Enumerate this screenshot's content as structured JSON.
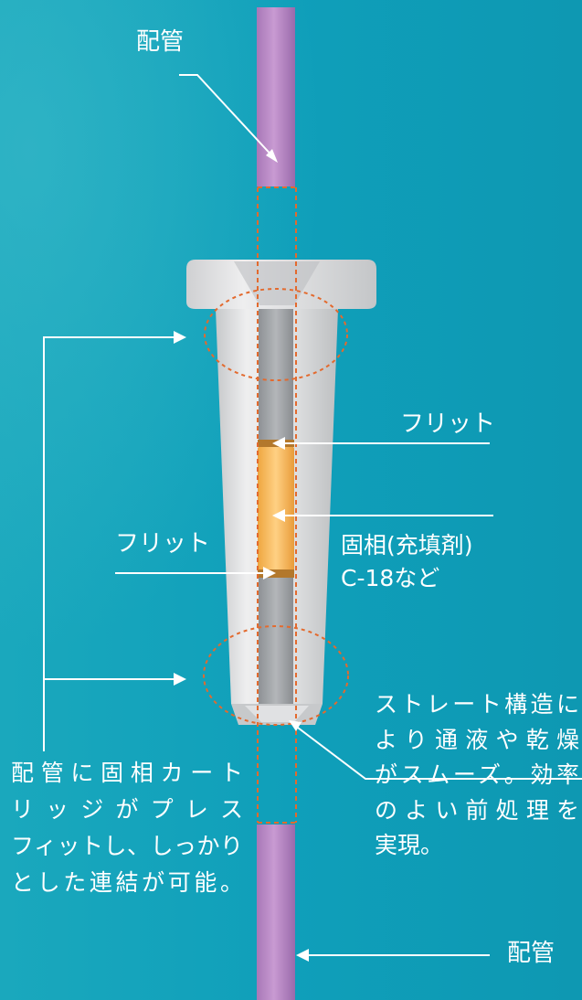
{
  "labels": {
    "pipe_top": "配管",
    "pipe_bottom": "配管",
    "frit_right": "フリット",
    "frit_left": "フリット",
    "solid_phase": [
      "固相(充填剤)",
      "C-18など"
    ],
    "left_note": [
      "配管に固相カート",
      "リッジがプレス",
      "フィットし、しっかり",
      "とした連結が可能。"
    ],
    "right_note": [
      "ストレート構造に",
      "より通液や乾燥",
      "がスムーズ。効率",
      "のよい前処理を",
      "実現。"
    ]
  },
  "colors": {
    "background": "#12a2bb",
    "pipe": "#b98ac4",
    "cartridge": "#d9dadb",
    "bore": "#a9acaf",
    "sorbent": "#f2b552",
    "frit": "#b3782c",
    "dashed": "#e36a2e",
    "leader": "#ffffff"
  }
}
